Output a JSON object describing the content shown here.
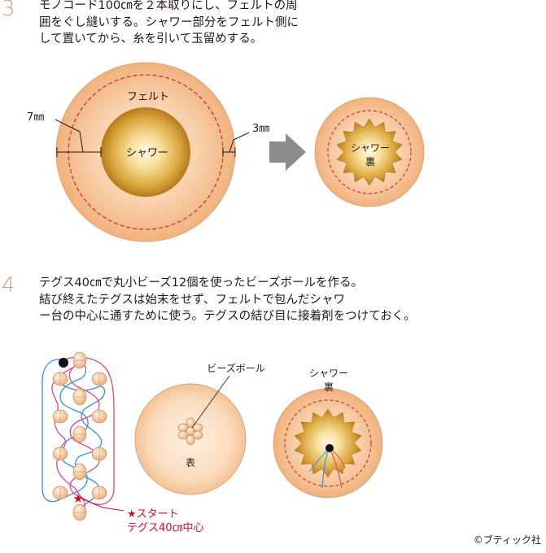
{
  "step3": {
    "number": "3",
    "text": "モノコード100㎝を２本取りにし、フェルトの周\n囲をぐし縫いする。シャワー部分をフェルト側に\nして置いてから、糸を引いて玉留めする。"
  },
  "step4": {
    "number": "4",
    "text": "テグス40㎝で丸小ビーズ12個を使ったビーズボールを作る。\n結び終えたテグスは始末をせず、フェルトで包んだシャワ\nー台の中心に通すために使う。テグスの結び目に接着剤をつけておく。"
  },
  "labels": {
    "felt": "フェルト",
    "shower": "シャワー",
    "dim_left": "7㎜",
    "dim_right": "3㎜",
    "shower_back_1": "シャワー",
    "shower_back_2": "裏",
    "bead_ball": "ビーズボール",
    "front": "表",
    "shower_back2_1": "シャワー",
    "shower_back2_2": "裏",
    "start": "★スタート",
    "start_center": "テグス40㎝中心"
  },
  "copyright": "©ブティック社",
  "colors": {
    "felt_outer": "#f2b98a",
    "felt_inner": "#fde4cd",
    "shower_gold_center": "#fff7d6",
    "shower_gold_edge": "#c98f22",
    "dash_red": "#d6342b",
    "bead": "#f2c79c",
    "line_blue": "#3a8fd0",
    "line_pink": "#e0467a",
    "step_number": "#c9a27d",
    "arrow": "#8c8c8c"
  }
}
